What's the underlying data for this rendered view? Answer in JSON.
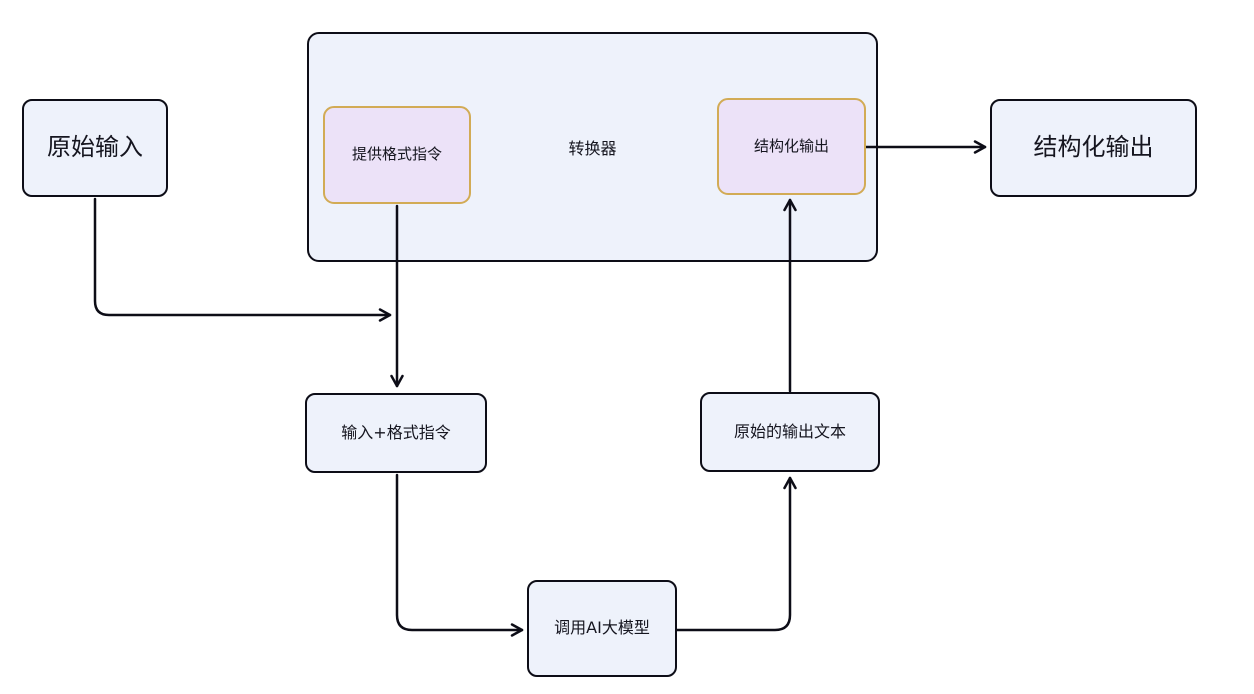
{
  "diagram": {
    "title": "structured-output-flowchart",
    "colors": {
      "background": "#ffffff",
      "node_fill": "#eef2fb",
      "node_border": "#0d0d17",
      "highlight_fill": "#ece2f8",
      "highlight_border": "#d2ab55",
      "connector": "#0d0d17",
      "text": "#15151f"
    },
    "nodes": [
      {
        "id": "raw-input",
        "label": "原始输入"
      },
      {
        "id": "converter-container",
        "label": "转换器"
      },
      {
        "id": "provide-format-instructions",
        "label": "提供格式指令"
      },
      {
        "id": "structured-output-inner",
        "label": "结构化输出"
      },
      {
        "id": "structured-output",
        "label": "结构化输出"
      },
      {
        "id": "input-plus-format",
        "label": "输入+格式指令"
      },
      {
        "id": "raw-output-text",
        "label": "原始的输出文本"
      },
      {
        "id": "call-ai-model",
        "label": "调用AI大模型"
      }
    ],
    "edges": [
      {
        "from": "raw-input",
        "to": "input-plus-format",
        "shape": "down-then-right"
      },
      {
        "from": "provide-format-instructions",
        "to": "input-plus-format",
        "shape": "straight-down"
      },
      {
        "from": "input-plus-format",
        "to": "call-ai-model",
        "shape": "down-then-right"
      },
      {
        "from": "call-ai-model",
        "to": "raw-output-text",
        "shape": "right-then-up"
      },
      {
        "from": "raw-output-text",
        "to": "structured-output-inner",
        "shape": "straight-up"
      },
      {
        "from": "structured-output-inner",
        "to": "structured-output",
        "shape": "straight-right"
      }
    ]
  }
}
